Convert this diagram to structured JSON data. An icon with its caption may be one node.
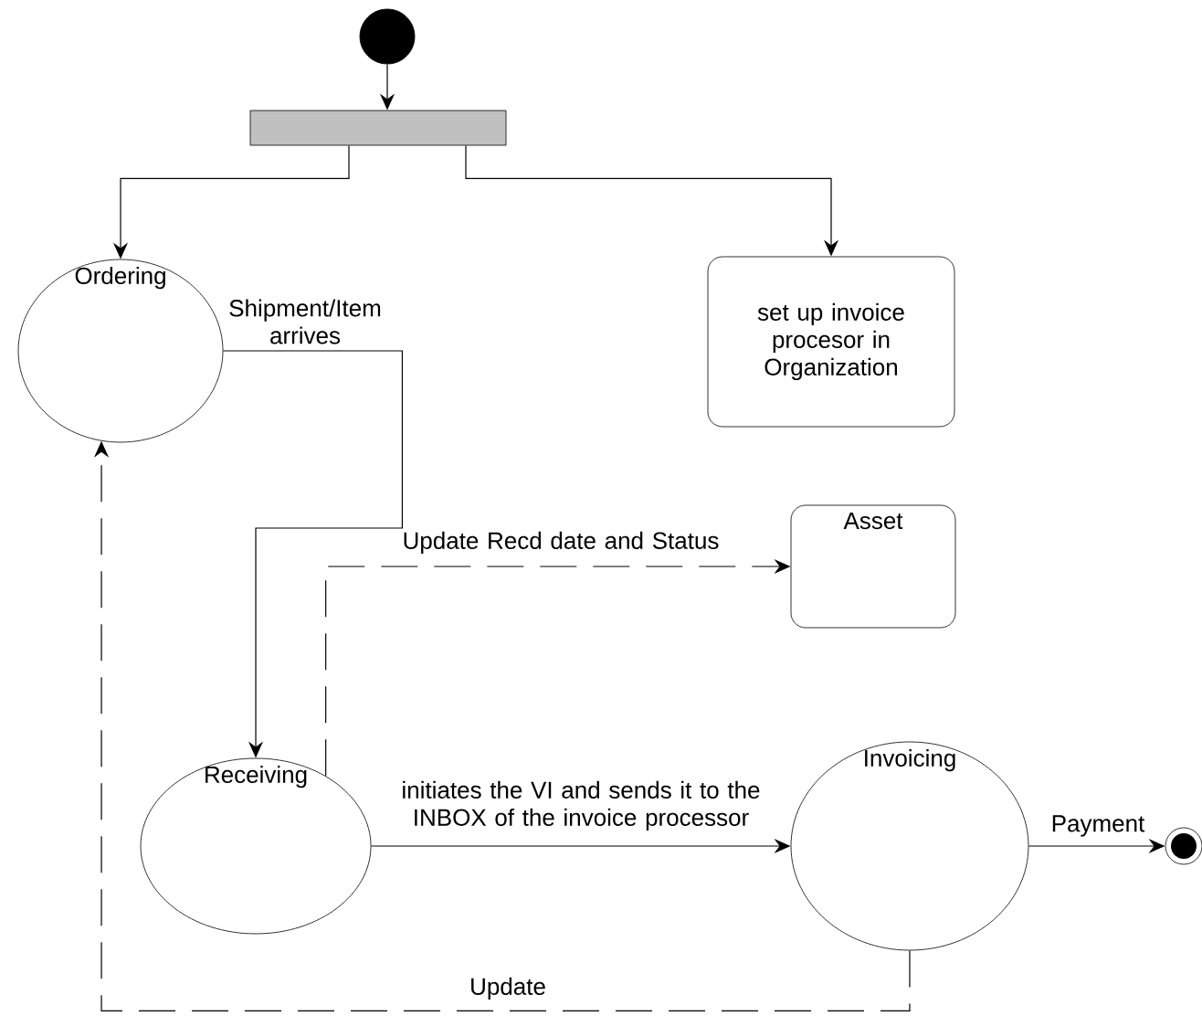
{
  "diagram": {
    "nodes": [
      {
        "text": [],
        "shape": "circle"
      },
      {
        "text": [],
        "shape": "bar"
      },
      {
        "text": [
          "Ordering"
        ]
      },
      {
        "text": [
          "set up invoice procesor in Organization"
        ]
      },
      {
        "text": [
          "Asset"
        ]
      },
      {
        "text": [
          "Receiving"
        ]
      },
      {
        "text": [
          "Invoicing"
        ]
      },
      {
        "text": [],
        "shape": "circle"
      }
    ],
    "edges": [
      {
        "from": 0,
        "to": 1,
        "arrow": "to"
      },
      {
        "from": 1,
        "to": 2,
        "arrow": "to"
      },
      {
        "from": 1,
        "to": 3,
        "arrow": "to"
      },
      {
        "from": 2,
        "to": 5,
        "arrow": "to",
        "label": "Shipment/Item arrives"
      },
      {
        "from": 5,
        "to": 4,
        "arrow": "to",
        "style": "dashed",
        "label": "Update Recd date and Status"
      },
      {
        "from": 5,
        "to": 6,
        "arrow": "to",
        "label": "initiates the VI and sends it to the INBOX of the invoice processor"
      },
      {
        "from": 6,
        "to": 7,
        "arrow": "to",
        "label": "Payment"
      },
      {
        "from": 6,
        "to": 2,
        "arrow": "to",
        "style": "dashed",
        "label": "Update"
      }
    ]
  }
}
